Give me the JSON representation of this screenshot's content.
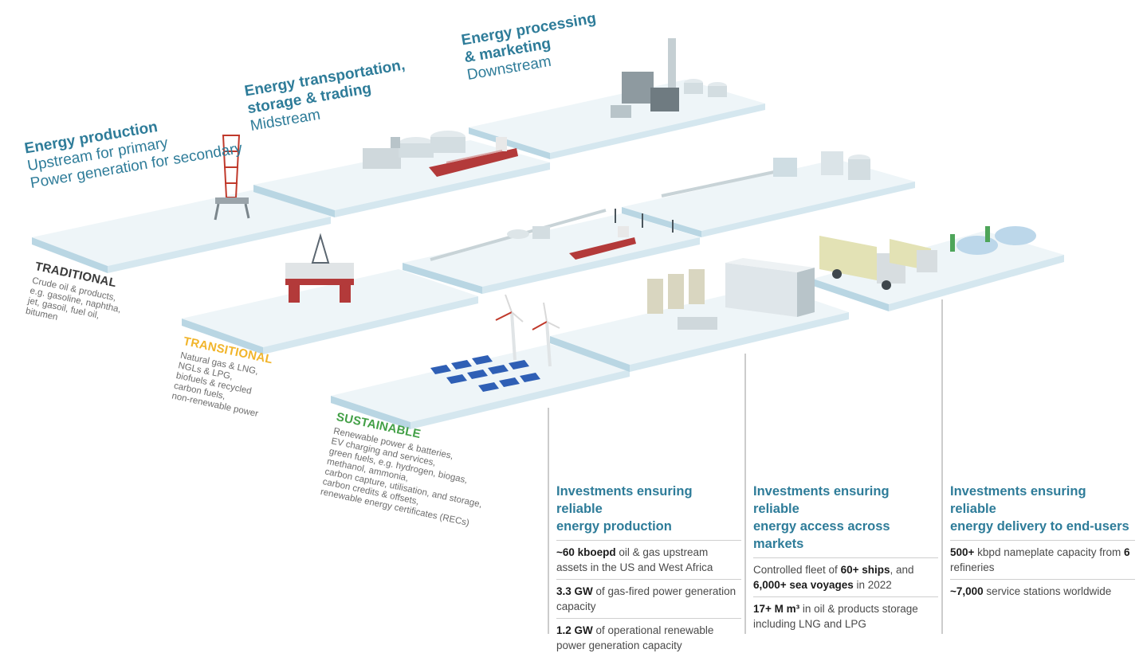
{
  "stages": [
    {
      "title": "Energy production",
      "subtitle_1": "Upstream for primary",
      "subtitle_2": "Power generation for secondary"
    },
    {
      "title_1": "Energy transportation,",
      "title_2": "storage & trading",
      "subtitle": "Midstream"
    },
    {
      "title_1": "Energy processing",
      "title_2": "& marketing",
      "subtitle": "Downstream"
    }
  ],
  "categories": [
    {
      "heading": "TRADITIONAL",
      "description": "Crude oil & products,\ne.g. gasoline, naphtha,\njet, gasoil, fuel oil,\nbitumen"
    },
    {
      "heading": "TRANSITIONAL",
      "description": "Natural gas & LNG,\nNGLs & LPG,\nbiofuels & recycled\ncarbon fuels,\nnon-renewable power"
    },
    {
      "heading": "SUSTAINABLE",
      "description": "Renewable power & batteries,\nEV charging and services,\ngreen fuels, e.g. hydrogen, biogas,\nmethanol, ammonia,\ncarbon capture, utilisation, and storage,\ncarbon credits & offsets,\nrenewable energy certificates (RECs)"
    }
  ],
  "columns": [
    {
      "heading": "Investments ensuring reliable\nenergy production",
      "items": [
        {
          "bold": "~60 kboepd",
          "text": " oil & gas upstream assets in the US and West Africa"
        },
        {
          "bold": "3.3 GW",
          "text": " of gas-fired power generation capacity"
        },
        {
          "bold": "1.2 GW",
          "text": " of operational renewable power generation capacity"
        }
      ]
    },
    {
      "heading": "Investments ensuring reliable\nenergy access across markets",
      "items": [
        {
          "pre": "Controlled fleet of ",
          "bold": "60+ ships",
          "mid": ", and ",
          "bold2": "6,000+ sea voyages",
          "text": " in 2022"
        },
        {
          "bold": "17+ M m³",
          "text": " in oil & products storage including LNG and LPG"
        }
      ]
    },
    {
      "heading": "Investments ensuring reliable\nenergy delivery to end-users",
      "items": [
        {
          "bold": "500+",
          "text": " kbpd nameplate capacity from ",
          "bold2": "6",
          "text2": " refineries"
        },
        {
          "bold": "~7,000",
          "text": " service stations worldwide"
        }
      ]
    }
  ],
  "colors": {
    "accent_blue": "#2e7c99",
    "traditional": "#3b3b3b",
    "transitional": "#f1b52c",
    "sustainable": "#43a047",
    "platform_top": "#eef5f8",
    "platform_side": "#cfe3ec",
    "ship_hull": "#b33a3a",
    "solar_panel": "#2f5fb5"
  }
}
